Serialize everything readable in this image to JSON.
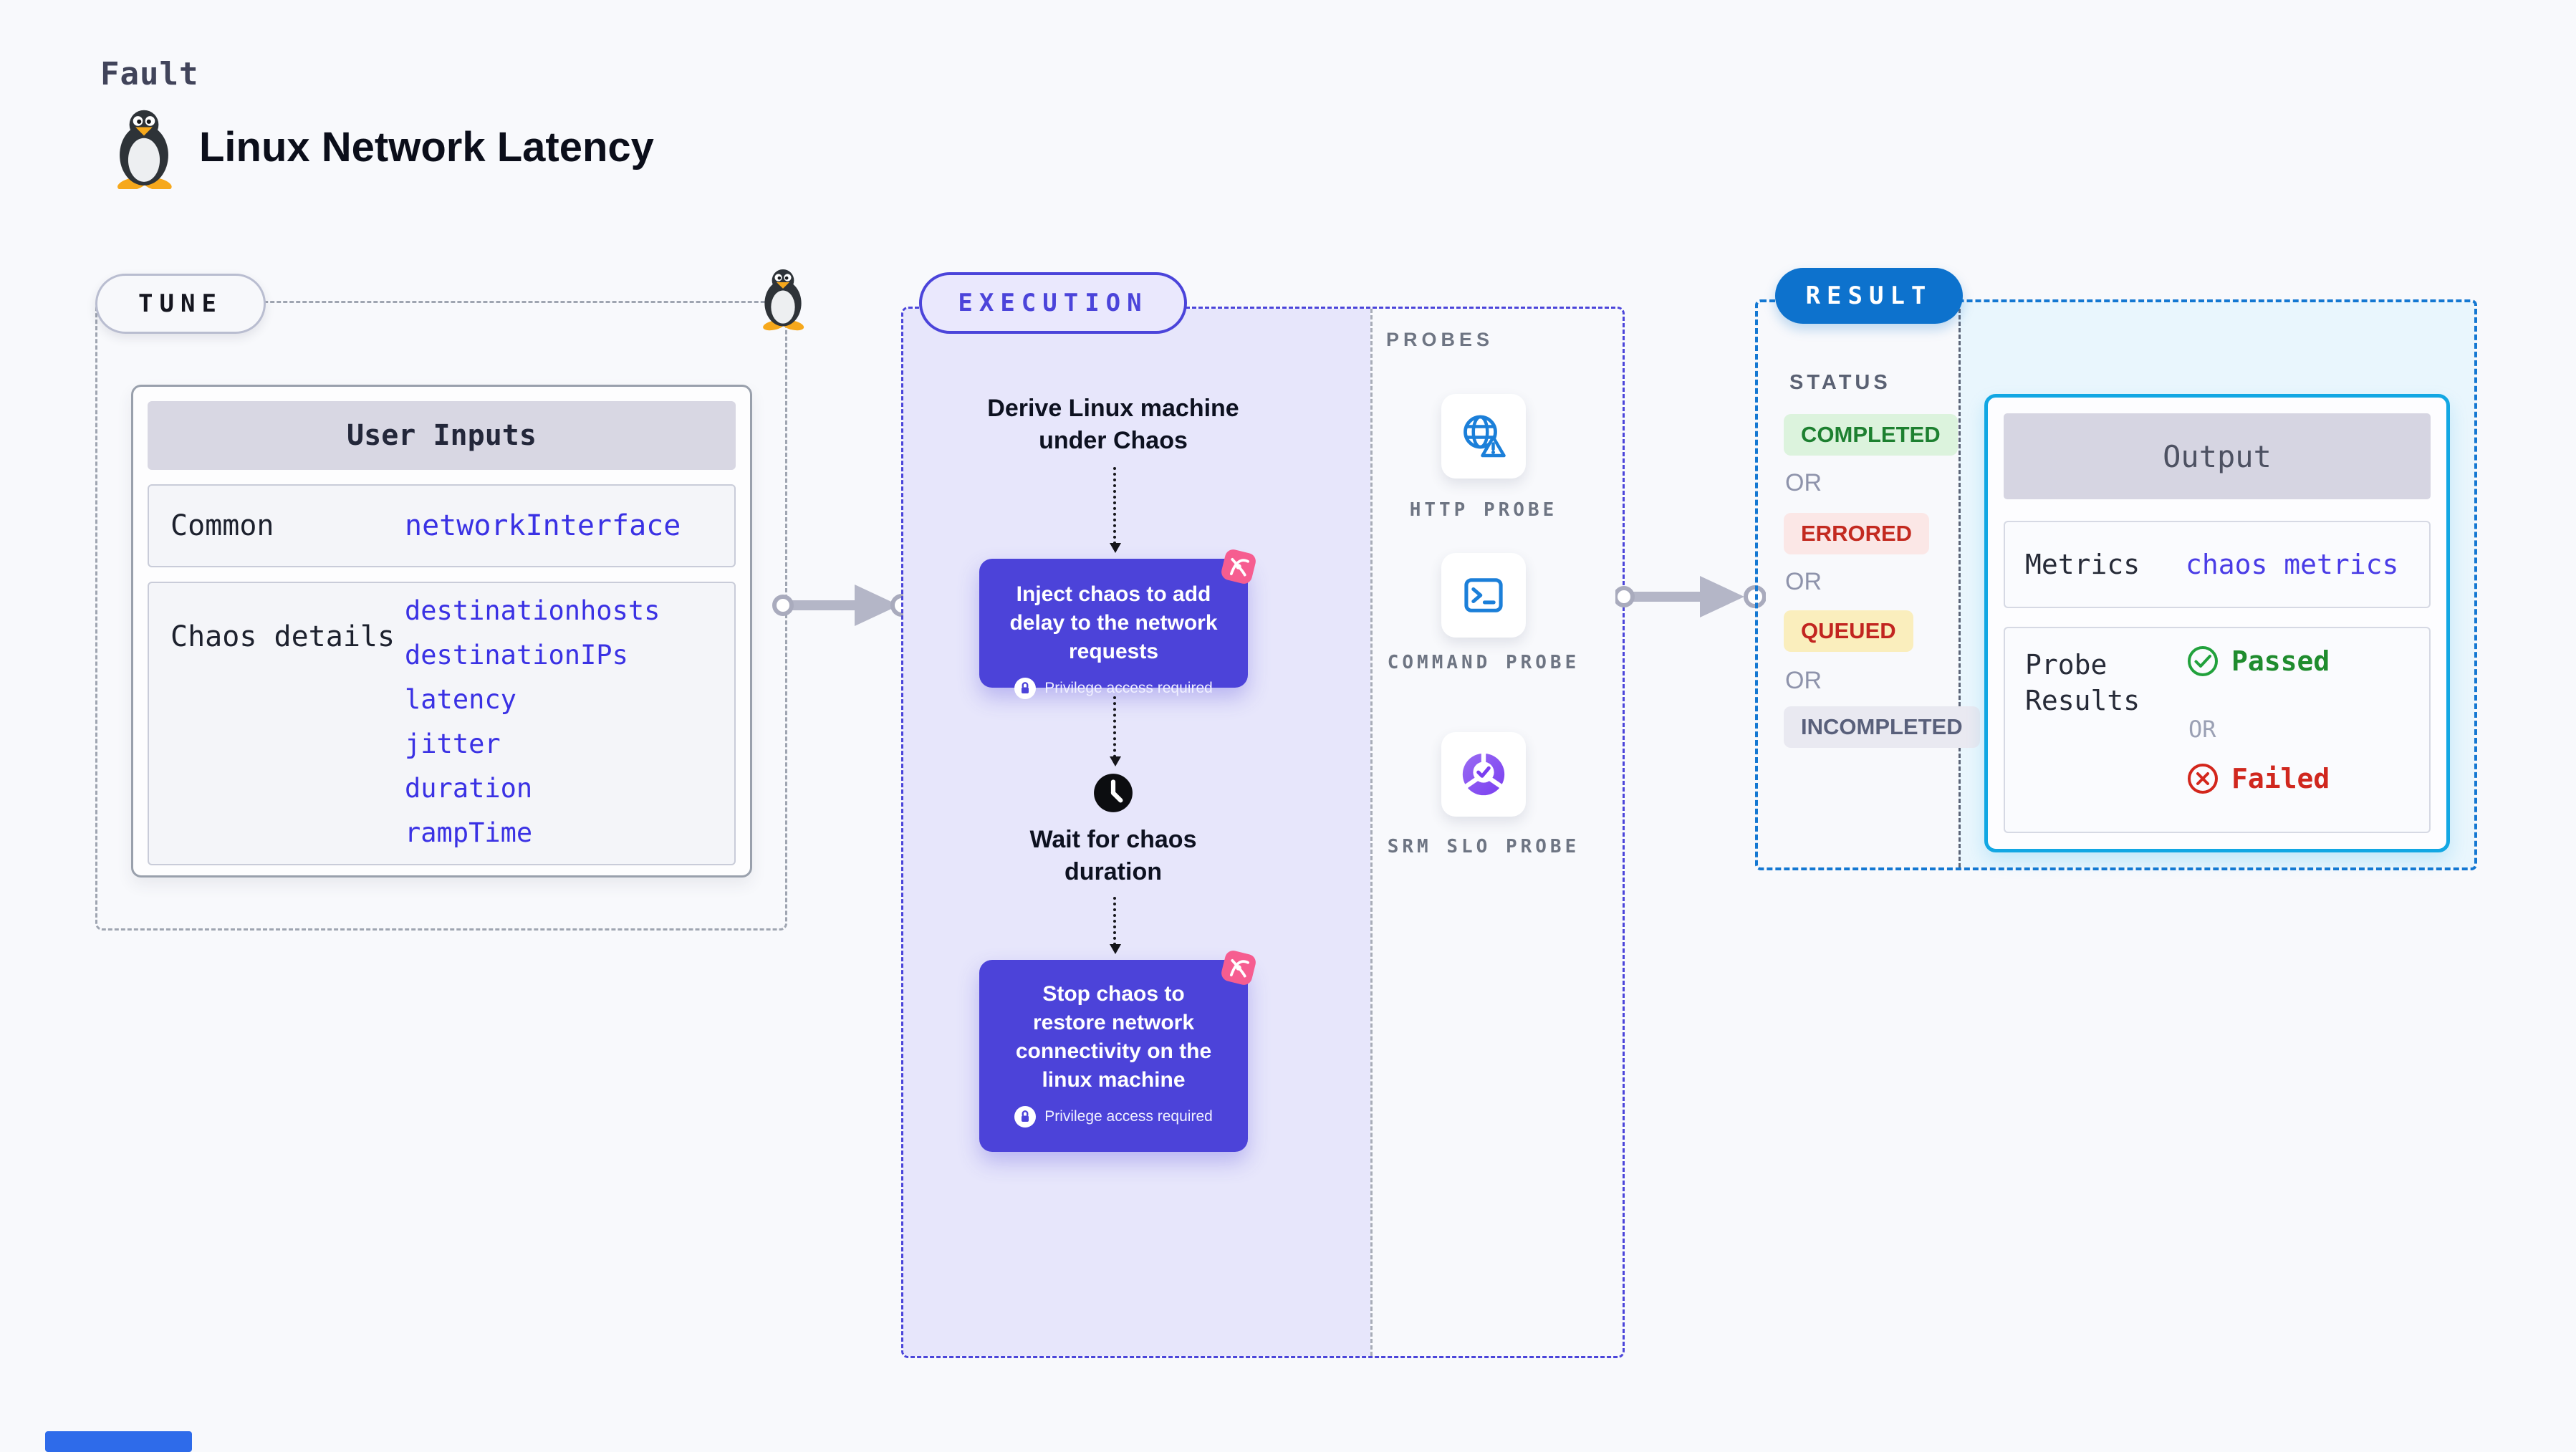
{
  "header": {
    "eyebrow": "Fault",
    "title": "Linux Network Latency"
  },
  "tune": {
    "badge": "TUNE",
    "user_inputs": {
      "title": "User Inputs",
      "rows": [
        {
          "label": "Common",
          "values": [
            "networkInterface"
          ]
        },
        {
          "label": "Chaos details",
          "values": [
            "destinationhosts",
            "destinationIPs",
            "latency",
            "jitter",
            "duration",
            "rampTime"
          ]
        }
      ]
    }
  },
  "execution": {
    "badge": "EXECUTION",
    "flow": [
      {
        "type": "text",
        "label": "Derive Linux machine under Chaos"
      },
      {
        "type": "action",
        "label": "Inject chaos to add delay to the network requests",
        "note": "Privilege access required"
      },
      {
        "type": "wait",
        "label": "Wait for chaos duration"
      },
      {
        "type": "action",
        "label": "Stop chaos to restore network connectivity on the linux machine",
        "note": "Privilege access required"
      }
    ]
  },
  "probes": {
    "label": "PROBES",
    "items": [
      {
        "name": "HTTP PROBE",
        "icon": "globe-alert-icon"
      },
      {
        "name": "COMMAND PROBE",
        "icon": "terminal-icon"
      },
      {
        "name": "SRM SLO PROBE",
        "icon": "slo-donut-icon"
      }
    ]
  },
  "result": {
    "badge": "RESULT",
    "status": {
      "label": "STATUS",
      "or": "OR",
      "items": [
        {
          "label": "COMPLETED",
          "bg": "#dcf3dd",
          "fg": "#1d8030"
        },
        {
          "label": "ERRORED",
          "bg": "#fbe7e6",
          "fg": "#c32a20"
        },
        {
          "label": "QUEUED",
          "bg": "#faeebd",
          "fg": "#c22520"
        },
        {
          "label": "INCOMPLETED",
          "bg": "#e9e9f1",
          "fg": "#59607b"
        }
      ]
    },
    "output": {
      "title": "Output",
      "metrics_label": "Metrics",
      "metrics_value": "chaos metrics",
      "probe_results_label": "Probe Results",
      "passed": "Passed",
      "or": "OR",
      "failed": "Failed"
    }
  },
  "colors": {
    "accent_indigo": "#4c43d9",
    "accent_blue": "#0d72cd",
    "accent_cyan": "#12a7e3",
    "accent_pink": "#f65d90",
    "pass_green": "#1f8c2e",
    "fail_red": "#d0271e",
    "panel_lavender": "#e7e6fb",
    "panel_cyan": "#e9f6fd"
  }
}
